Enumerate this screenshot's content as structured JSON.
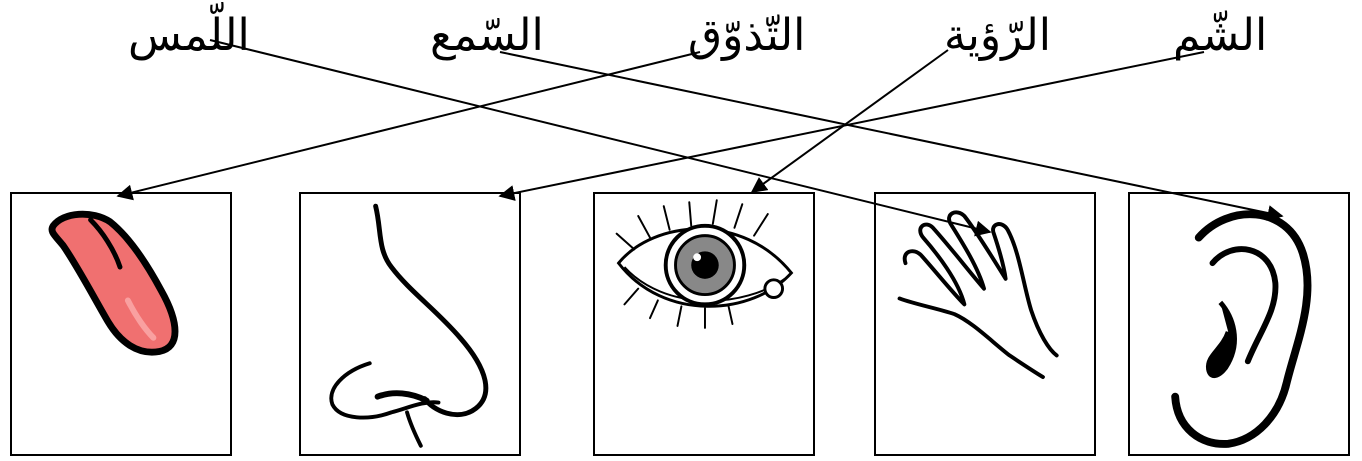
{
  "labels": {
    "touch": "اللّمس",
    "hearing": "السّمع",
    "taste": "التّذوّق",
    "sight": "الرّؤية",
    "smell": "الشّم"
  },
  "pictures": [
    "tongue-icon",
    "nose-icon",
    "eye-icon",
    "hand-icon",
    "ear-icon"
  ],
  "connections": [
    {
      "from": "touch",
      "to": "hand-icon"
    },
    {
      "from": "hearing",
      "to": "ear-icon"
    },
    {
      "from": "taste",
      "to": "tongue-icon"
    },
    {
      "from": "sight",
      "to": "eye-icon"
    },
    {
      "from": "smell",
      "to": "nose-icon"
    }
  ],
  "colors": {
    "tongue": "#f07070",
    "line": "#000000"
  }
}
